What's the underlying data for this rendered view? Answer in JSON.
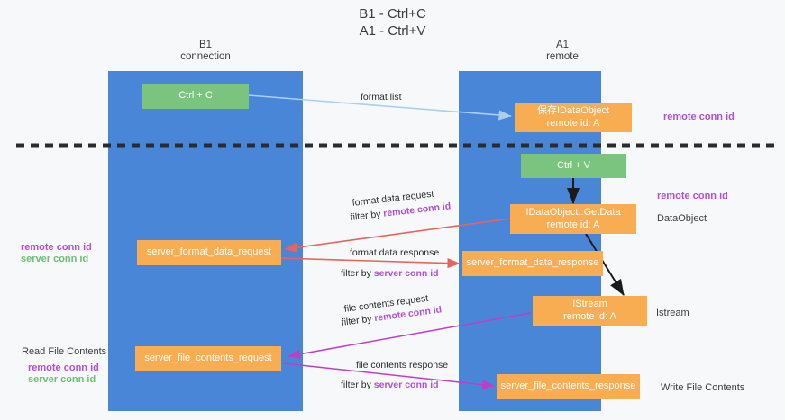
{
  "title": {
    "line1": "B1 - Ctrl+C",
    "line2": "A1 - Ctrl+V"
  },
  "lanes": [
    {
      "id": "b1",
      "name": "B1",
      "role": "connection"
    },
    {
      "id": "a1",
      "name": "A1",
      "role": "remote"
    }
  ],
  "nodes": {
    "ctrl_c": {
      "line1": "Ctrl + C",
      "line2": ""
    },
    "save_dataobject": {
      "line1": "保存IDataObject",
      "line2": "remote id: A"
    },
    "ctrl_v": {
      "line1": "Ctrl + V",
      "line2": ""
    },
    "getdata": {
      "line1": "IDataObject::GetData",
      "line2": "remote id: A"
    },
    "istream": {
      "line1": "IStream",
      "line2": "remote id: A"
    },
    "fmt_req": {
      "line1": "server_format_data_request",
      "line2": ""
    },
    "fmt_resp": {
      "line1": "server_format_data_response",
      "line2": ""
    },
    "file_req": {
      "line1": "server_file_contents_request",
      "line2": ""
    },
    "file_resp": {
      "line1": "server_file_contents_response",
      "line2": ""
    }
  },
  "edges": {
    "format_list": {
      "label": "format list"
    },
    "fmt_data_request": {
      "label": "format data request",
      "filter_prefix": "filter by ",
      "filter_key": "remote conn id"
    },
    "fmt_data_response": {
      "label": "format data response",
      "filter_prefix": "filter by ",
      "filter_key": "server conn id"
    },
    "file_request": {
      "label": "file contents request",
      "filter_prefix": "filter by ",
      "filter_key": "remote conn id"
    },
    "file_response": {
      "label": "file contents response",
      "filter_prefix": "filter by ",
      "filter_key": "server conn id"
    }
  },
  "annotations": {
    "right_remote_top": "remote conn id",
    "right_remote_mid": "remote conn id",
    "right_dataobject": "DataObject",
    "right_istream": "Istream",
    "right_write_file": "Write File Contents",
    "left_remote_conn": "remote conn id",
    "left_server_conn": "server conn id",
    "left_read_file": "Read File Contents",
    "left_remote_conn2": "remote conn id",
    "left_server_conn2": "server conn id"
  },
  "colors": {
    "lane": "#4a86d8",
    "green_node": "#7bc47f",
    "orange_node": "#f9ad52",
    "purple": "#b14fd8",
    "green_text": "#6cbf73",
    "red_arrow": "#e8635c",
    "magenta_arrow": "#bf3fc4",
    "lightblue_arrow": "#a9cfee",
    "black_arrow": "#1b1b1b",
    "background": "#f7f8fa"
  }
}
